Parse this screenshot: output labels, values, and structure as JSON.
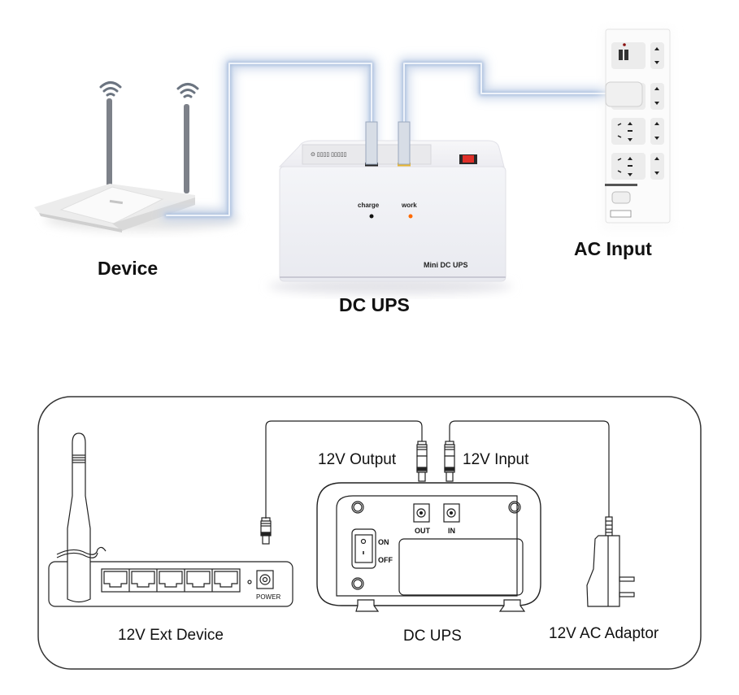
{
  "top_photo": {
    "labels": {
      "device": "Device",
      "dc_ups": "DC UPS",
      "ac_input": "AC Input"
    },
    "ups_panel": {
      "charge_label": "charge",
      "work_label": "work",
      "brand_label": "Mini DC UPS"
    },
    "led_colors": {
      "charge": "#111111",
      "work": "#ff6a00"
    },
    "cable_color": "#9fb6d6",
    "port_colors": {
      "output": "#222222",
      "input": "#e8b630",
      "switch": "#e0302a"
    }
  },
  "line_diagram": {
    "cable_labels": {
      "output": "12V Output",
      "input": "12V Input"
    },
    "router": {
      "port_count": 5,
      "power_label": "POWER"
    },
    "ups_back": {
      "out_label": "OUT",
      "in_label": "IN",
      "on_label": "ON",
      "off_label": "OFF"
    },
    "captions": {
      "ext_device": "12V Ext Device",
      "dc_ups": "DC UPS",
      "ac_adaptor": "12V AC Adaptor"
    }
  }
}
